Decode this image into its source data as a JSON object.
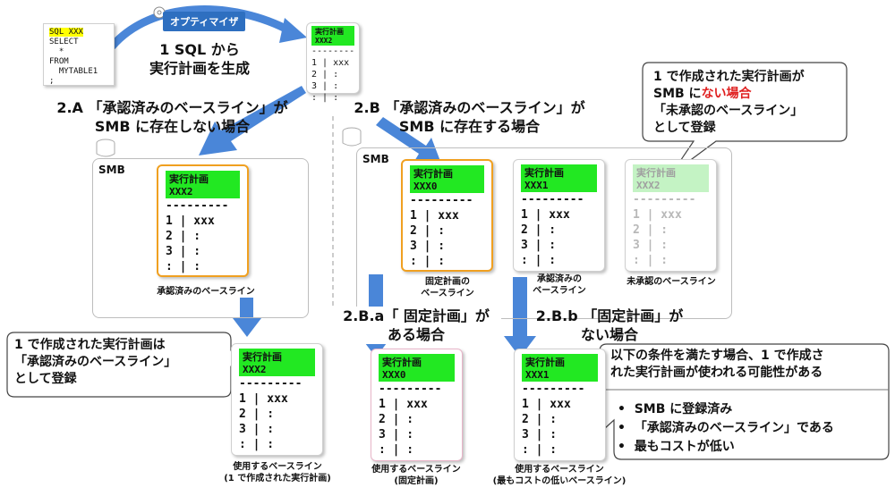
{
  "optimizer": {
    "label": "オプティマイザ"
  },
  "sql": {
    "header": "SQL XXX",
    "lines": [
      "SELECT",
      "  *",
      "FROM",
      "  MYTABLE1",
      ";"
    ]
  },
  "step1": {
    "line1": "1 SQL から",
    "line2": "実行計画を生成"
  },
  "top_plan": {
    "header": "実行計画 XXX2",
    "lines": [
      "--------",
      "1 | xxx",
      "2 | :",
      "3 | :",
      ": | :"
    ]
  },
  "branch_a": {
    "line1": "2.A 「承認済みのベースライン」が",
    "line2": "SMB に存在しない場合"
  },
  "branch_b": {
    "line1": "2.B 「承認済みのベースライン」が",
    "line2": "SMB に存在する場合"
  },
  "smb_label": "SMB",
  "plan_lines": [
    "---------",
    "1 | xxx",
    "2 | :",
    "3 | :",
    ": | :"
  ],
  "panel_a": {
    "plan_header": "実行計画 XXX2",
    "caption": "承認済みのベースライン"
  },
  "panel_b": {
    "plans": [
      {
        "header": "実行計画 XXX0",
        "caption_line1": "固定計画の",
        "caption_line2": "ベースライン"
      },
      {
        "header": "実行計画 XXX1",
        "caption_line1": "承認済みの",
        "caption_line2": "ベースライン"
      },
      {
        "header": "実行計画 XXX2",
        "caption_line1": "未承認のベースライン",
        "caption_line2": ""
      }
    ]
  },
  "callout_top_right": {
    "line1": "1 で作成された実行計画が",
    "line2_pre": "SMB に",
    "line2_red": "ない場合",
    "line3": "「未承認のベースライン」",
    "line4": "として登録"
  },
  "callout_left": {
    "line1": "1 で作成された実行計画は",
    "line2": "「承認済みのベースライン」",
    "line3": "として登録"
  },
  "branch_ba": {
    "line1": "2.B.a「 固定計画」が",
    "line2": "ある場合"
  },
  "branch_bb": {
    "line1": "2.B.b 「固定計画」が",
    "line2": "ない場合"
  },
  "result_a": {
    "header": "実行計画 XXX2",
    "caption_line1": "使用するベースライン",
    "caption_line2": "(1 で作成された実行計画)"
  },
  "result_ba": {
    "header": "実行計画 XXX0",
    "caption_line1": "使用するベースライン",
    "caption_line2": "(固定計画)"
  },
  "result_bb": {
    "header": "実行計画 XXX1",
    "caption_line1": "使用するベースライン",
    "caption_line2": "(最もコストの低いベースライン)"
  },
  "callout_bottom_right": {
    "line1": "以下の条件を満たす場合、1 で作成さ",
    "line2": "れた実行計画が使われる可能性がある",
    "bullets": [
      "SMB に登録済み",
      "「承認済みのベースライン」である",
      "最もコストが低い"
    ]
  },
  "colors": {
    "arrow": "#4a86d8",
    "highlight_green": "#22e822",
    "highlight_yellow": "#ffff00",
    "accent_red": "#e02020",
    "optimizer_bg": "#2e6fc0",
    "orange_border": "#f0a020"
  }
}
